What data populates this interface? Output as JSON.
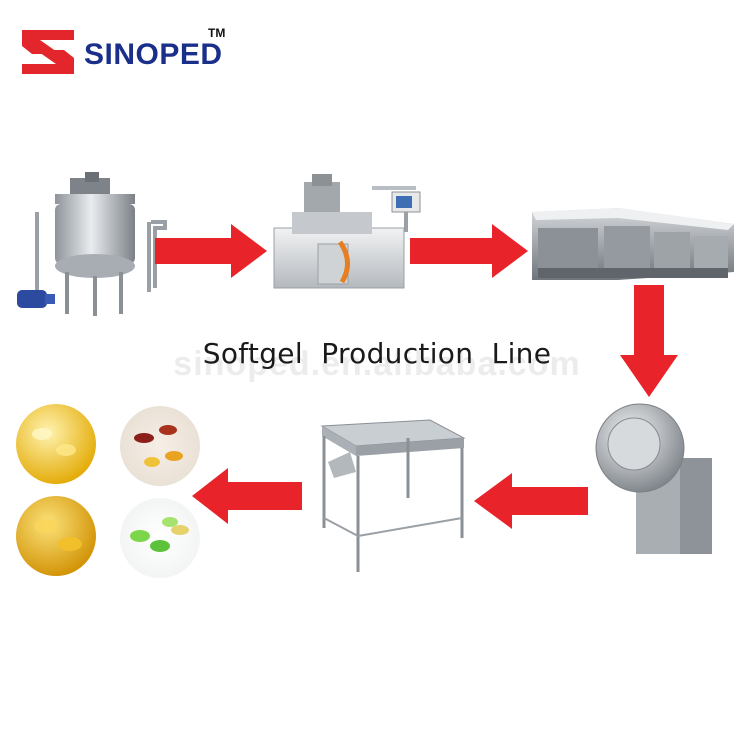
{
  "brand": {
    "name": "SINOPED",
    "tm": "TM",
    "logo_icon": "sinoped-s-logo"
  },
  "diagram": {
    "title": "Softgel  Production  Line",
    "watermark": "sinoped.en.alibaba.com",
    "steps": [
      {
        "icon": "mixing-tank-icon"
      },
      {
        "icon": "encapsulation-machine-icon"
      },
      {
        "icon": "tumble-dryer-icon"
      },
      {
        "icon": "polishing-pan-icon"
      },
      {
        "icon": "inspection-table-icon"
      },
      {
        "icon": "softgel-capsules-icon"
      }
    ],
    "arrows": [
      {
        "direction": "right",
        "from": 1,
        "to": 2
      },
      {
        "direction": "right",
        "from": 2,
        "to": 3
      },
      {
        "direction": "down",
        "from": 3,
        "to": 4
      },
      {
        "direction": "left",
        "from": 4,
        "to": 5
      },
      {
        "direction": "left",
        "from": 5,
        "to": 6
      }
    ]
  },
  "colors": {
    "arrow": "#e8232a",
    "brand_text": "#1a2f8a",
    "logo_red": "#e3262c",
    "steel": "#b9bec4"
  }
}
